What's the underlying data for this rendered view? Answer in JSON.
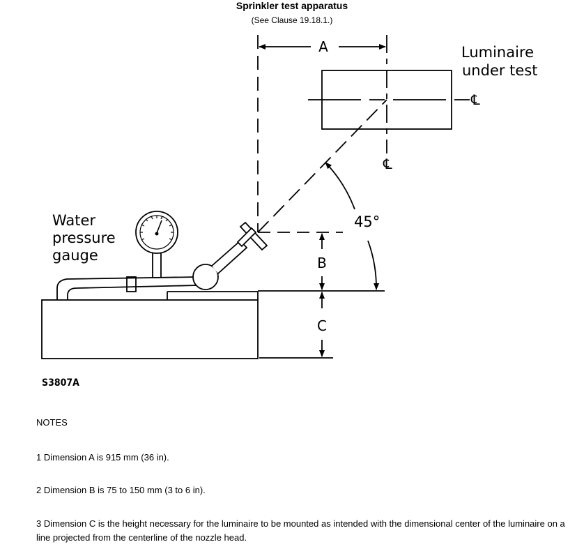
{
  "title": "Sprinkler test apparatus",
  "subtitle": "(See Clause 19.18.1.)",
  "diagram": {
    "label_luminaire_line1": "Luminaire",
    "label_luminaire_line2": "under test",
    "label_water_line1": "Water",
    "label_water_line2": "pressure",
    "label_water_line3": "gauge",
    "dim_a": "A",
    "dim_b": "B",
    "dim_c": "C",
    "angle": "45°",
    "centerline_symbol": "℄"
  },
  "figure_id": "S3807A",
  "notes": {
    "heading": "NOTES",
    "items": [
      "1 Dimension A is 915 mm (36 in).",
      "2 Dimension B is 75 to 150 mm (3 to 6 in).",
      "3 Dimension C is the height necessary for the luminaire to be mounted as intended with the dimensional center of the luminaire on a line projected from the centerline of the nozzle head."
    ]
  }
}
